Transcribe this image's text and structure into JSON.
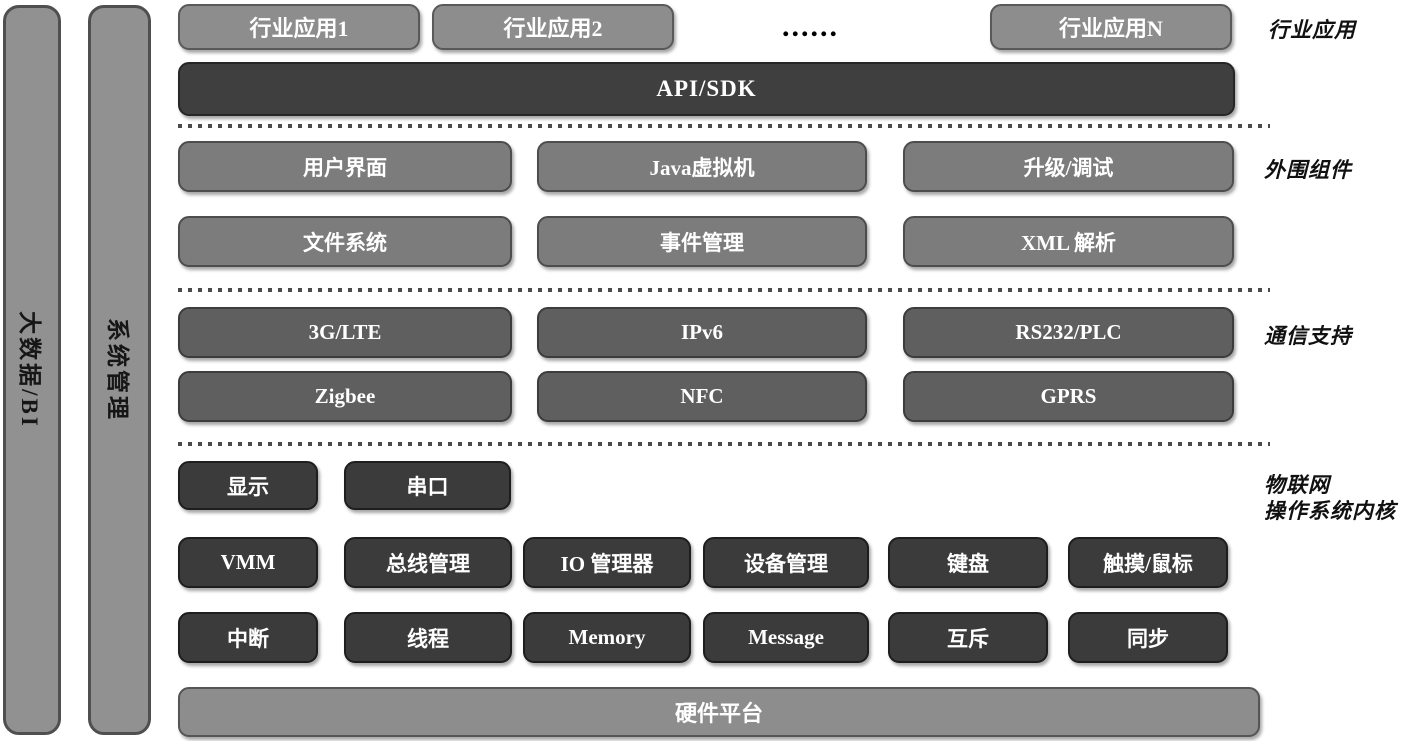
{
  "diagram": {
    "side_bars": {
      "big_data": "大数据/BI",
      "system_mgmt": "系统管理"
    },
    "industry": {
      "label": "行业应用",
      "apps": [
        "行业应用1",
        "行业应用2",
        "行业应用N"
      ],
      "ellipsis": "......"
    },
    "api": "API/SDK",
    "peripheral": {
      "label": "外围组件",
      "row1": [
        "用户界面",
        "Java虚拟机",
        "升级/调试"
      ],
      "row2": [
        "文件系统",
        "事件管理",
        "XML 解析"
      ]
    },
    "comm": {
      "label": "通信支持",
      "row1": [
        "3G/LTE",
        "IPv6",
        "RS232/PLC"
      ],
      "row2": [
        "Zigbee",
        "NFC",
        "GPRS"
      ]
    },
    "kernel": {
      "label_line1": "物联网",
      "label_line2": "操作系统内核",
      "row1": [
        "显示",
        "串口"
      ],
      "row2": [
        "VMM",
        "总线管理",
        "IO 管理器",
        "设备管理",
        "键盘",
        "触摸/鼠标"
      ],
      "row3": [
        "中断",
        "线程",
        "Memory",
        "Message",
        "互斥",
        "同步"
      ]
    },
    "hardware": "硬件平台"
  },
  "colors": {
    "light_box": "#8d8d8d",
    "peripheral_box": "#7c7c7c",
    "comm_box": "#5f5f5f",
    "kernel_box": "#3b3b3b",
    "api_box": "#3f3f3f",
    "label_text": "#111111",
    "background": "#ffffff"
  }
}
